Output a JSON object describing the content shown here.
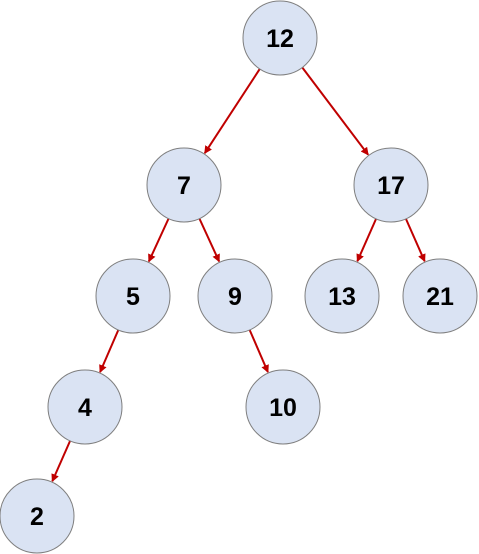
{
  "style": {
    "node_fill": "#dae3f3",
    "node_stroke": "#7f7f7f",
    "edge_color": "#c00000",
    "label_color": "#000000"
  },
  "tree": {
    "nodes": [
      {
        "id": "n12",
        "label": "12"
      },
      {
        "id": "n7",
        "label": "7"
      },
      {
        "id": "n17",
        "label": "17"
      },
      {
        "id": "n5",
        "label": "5"
      },
      {
        "id": "n9",
        "label": "9"
      },
      {
        "id": "n13",
        "label": "13"
      },
      {
        "id": "n21",
        "label": "21"
      },
      {
        "id": "n4",
        "label": "4"
      },
      {
        "id": "n10",
        "label": "10"
      },
      {
        "id": "n2",
        "label": "2"
      }
    ],
    "edges": [
      {
        "from": "n12",
        "to": "n7"
      },
      {
        "from": "n12",
        "to": "n17"
      },
      {
        "from": "n7",
        "to": "n5"
      },
      {
        "from": "n7",
        "to": "n9"
      },
      {
        "from": "n17",
        "to": "n13"
      },
      {
        "from": "n17",
        "to": "n21"
      },
      {
        "from": "n5",
        "to": "n4"
      },
      {
        "from": "n9",
        "to": "n10"
      },
      {
        "from": "n4",
        "to": "n2"
      }
    ]
  }
}
